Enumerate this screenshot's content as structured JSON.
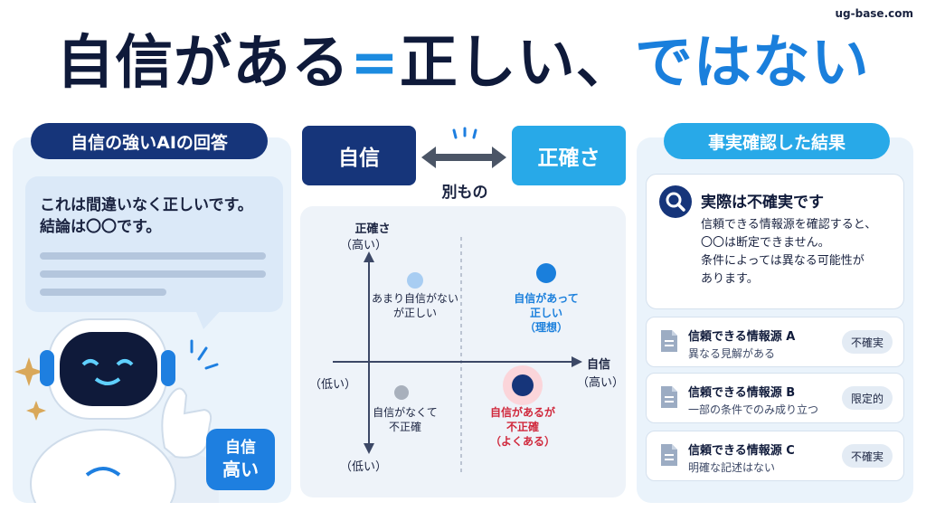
{
  "site": "ug-base.com",
  "title": {
    "part1": "自信がある",
    "eq": "=",
    "part2": "正しい、",
    "part3": "ではない"
  },
  "left": {
    "header": "自信の強いAIの回答",
    "bubble_line1": "これは間違いなく正しいです。",
    "bubble_line2": "結論は〇〇です。",
    "badge_line1": "自信",
    "badge_line2": "高い"
  },
  "center": {
    "box_confidence": "自信",
    "box_accuracy": "正確さ",
    "separate": "別もの",
    "y_label": "正確さ",
    "y_high": "（高い）",
    "y_low": "（低い）",
    "x_label": "自信",
    "x_high": "（高い）",
    "x_low": "（低い）",
    "quadrants": {
      "top_left": {
        "line1": "あまり自信がない",
        "line2": "が正しい"
      },
      "top_right": {
        "line1": "自信があって",
        "line2": "正しい",
        "line3": "（理想）"
      },
      "bottom_left": {
        "line1": "自信がなくて",
        "line2": "不正確"
      },
      "bottom_right": {
        "line1": "自信があるが",
        "line2": "不正確",
        "line3": "（よくある）"
      }
    }
  },
  "right": {
    "header": "事実確認した結果",
    "card_title": "実際は不確実です",
    "card_body_1": "信頼できる情報源を確認すると、",
    "card_body_2": "〇〇は断定できません。",
    "card_body_3": "条件によっては異なる可能性が",
    "card_body_4": "あります。",
    "sources": [
      {
        "name": "信頼できる情報源 A",
        "desc": "異なる見解がある",
        "tag": "不確実"
      },
      {
        "name": "信頼できる情報源 B",
        "desc": "一部の条件でのみ成り立つ",
        "tag": "限定的"
      },
      {
        "name": "信頼できる情報源 C",
        "desc": "明確な記述はない",
        "tag": "不確実"
      }
    ]
  },
  "colors": {
    "navy": "#16357a",
    "blue": "#1a7fdc",
    "sky": "#28a9e8",
    "red": "#d0283c",
    "panel": "#eaf3fb"
  }
}
